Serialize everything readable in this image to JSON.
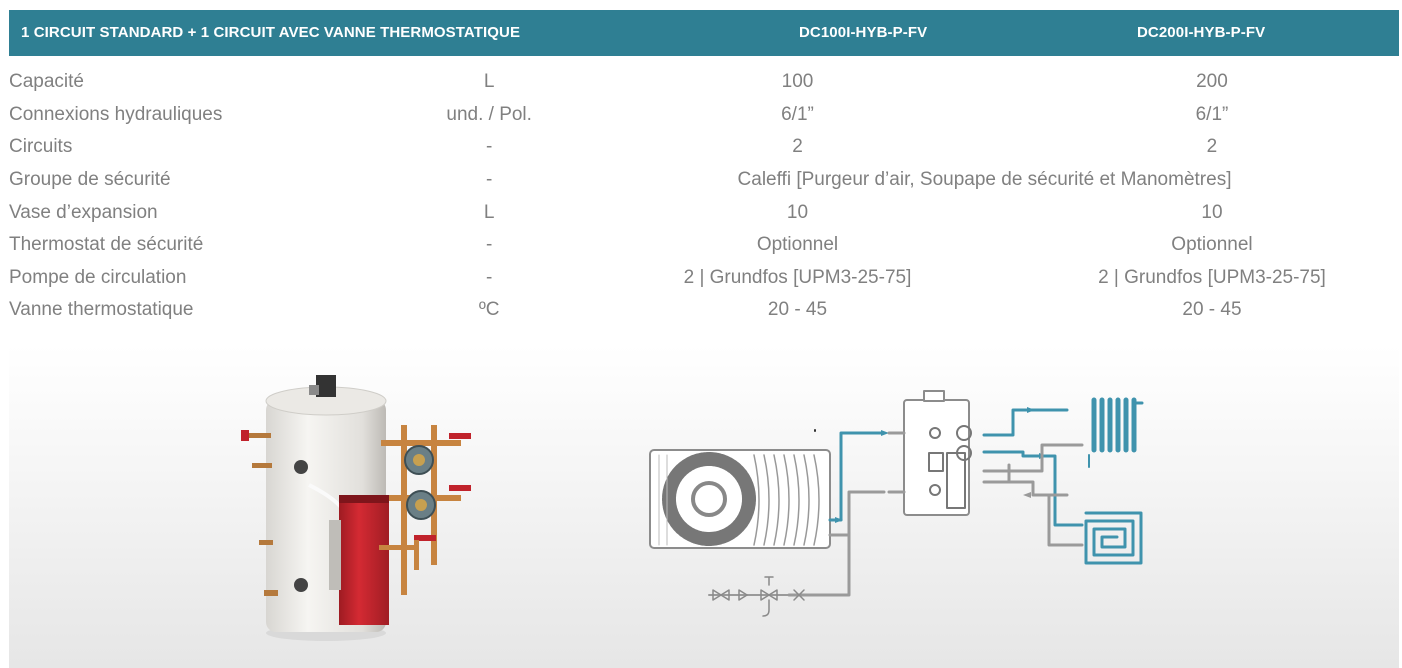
{
  "table": {
    "title": "1 CIRCUIT STANDARD + 1 CIRCUIT AVEC VANNE THERMOSTATIQUE",
    "models": [
      "DC100I-HYB-P-FV",
      "DC200I-HYB-P-FV"
    ],
    "rows": [
      {
        "label": "Capacité",
        "unit": "L",
        "m1": "100",
        "m2": "200"
      },
      {
        "label": "Connexions hydrauliques",
        "unit": "und. / Pol.",
        "m1": "6/1”",
        "m2": "6/1”"
      },
      {
        "label": "Circuits",
        "unit": "-",
        "m1": "2",
        "m2": "2"
      },
      {
        "label": "Groupe de sécurité",
        "unit": "-",
        "span": "Caleffi [Purgeur d’air, Soupape de sécurité et Manomètres]"
      },
      {
        "label": "Vase d’expansion",
        "unit": "L",
        "m1": "10",
        "m2": "10"
      },
      {
        "label": "Thermostat de sécurité",
        "unit": "-",
        "m1": "Optionnel",
        "m2": "Optionnel"
      },
      {
        "label": "Pompe de circulation",
        "unit": "-",
        "m1": "2 | Grundfos [UPM3-25-75]",
        "m2": "2 | Grundfos [UPM3-25-75]"
      },
      {
        "label": "Vanne thermostatique",
        "unit": "ºC",
        "m1": "20 - 45",
        "m2": "20 - 45"
      }
    ]
  },
  "colors": {
    "header_bg": "#2f7f93",
    "pipe_blue": "#3f93ad",
    "pipe_gray": "#9a9a9a",
    "tank_red": "#c0222b"
  },
  "images": {
    "product": "tank-product-photo",
    "schematic": "installation-schematic"
  }
}
